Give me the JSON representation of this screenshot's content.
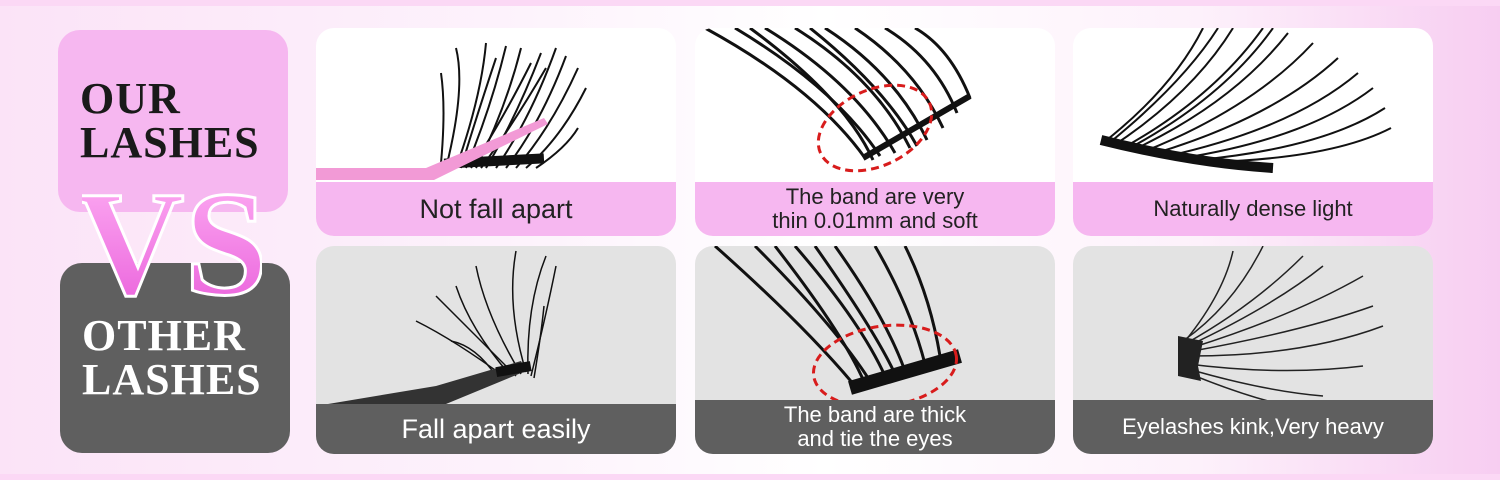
{
  "labels": {
    "ours": [
      "OUR",
      "LASHES"
    ],
    "vs": "VS",
    "others": [
      "OTHER",
      "LASHES"
    ]
  },
  "panels": {
    "top": [
      {
        "caption": [
          "Not fall apart"
        ]
      },
      {
        "caption": [
          "The band are very",
          "thin 0.01mm and soft"
        ]
      },
      {
        "caption": [
          "Naturally dense light"
        ]
      }
    ],
    "bottom": [
      {
        "caption": [
          "Fall apart easily"
        ]
      },
      {
        "caption": [
          "The band are thick",
          "and tie the eyes"
        ]
      },
      {
        "caption": [
          "Eyelashes kink,Very heavy"
        ]
      }
    ]
  },
  "colors": {
    "accent_pink": "#f6b7f0",
    "vs_pink": "#f07ae6",
    "dark_gray": "#5f5f5f",
    "highlight_circle": "#d81c1c"
  },
  "icons": [
    "tweezers-icon",
    "lash-cluster-icon",
    "highlight-circle-icon"
  ]
}
